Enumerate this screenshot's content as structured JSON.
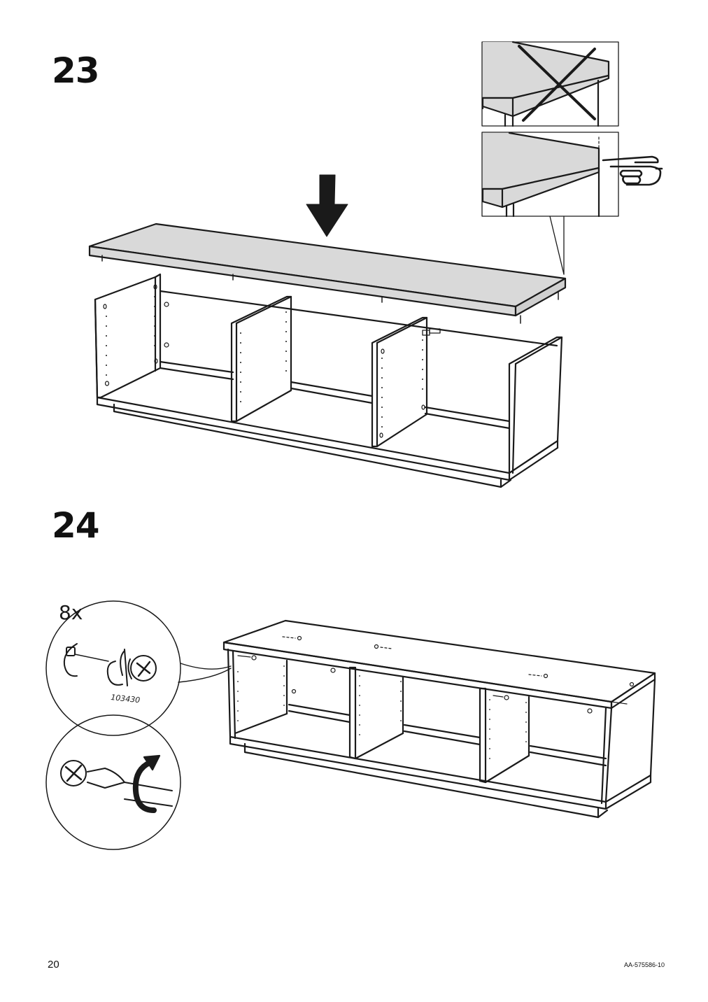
{
  "steps": [
    {
      "number": "23"
    },
    {
      "number": "24",
      "quantity": "8x",
      "part_number": "103430"
    }
  ],
  "footer": {
    "page_number": "20",
    "doc_code": "AA-575586-10"
  },
  "colors": {
    "board_fill": "#d9d9d9",
    "line": "#1a1a1a",
    "paper": "#ffffff"
  },
  "icons": [
    "arrow-down-icon",
    "wrong-cross-icon",
    "pointing-hand-icon",
    "cam-lock-fitting-icon",
    "screwdriver-icon",
    "rotate-arrow-icon"
  ]
}
